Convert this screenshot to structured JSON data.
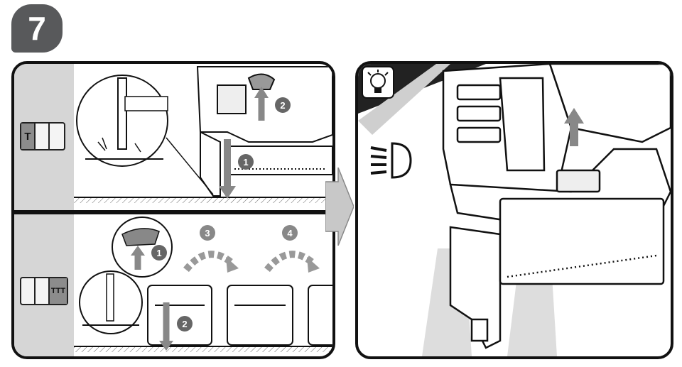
{
  "step": {
    "number": "7"
  },
  "left_panel": {
    "single_mode": {
      "letter": "T"
    },
    "sequence_mode": {
      "letters": "TTT"
    },
    "top_steps": [
      "1",
      "2"
    ],
    "bottom_steps": [
      "1",
      "2",
      "3",
      "4"
    ]
  },
  "right_panel": {
    "tip_icon": "lightbulb-icon",
    "light_icon": "headlight-icon"
  },
  "colors": {
    "badge": "#58595b",
    "strip": "#d6d6d6",
    "arrow": "#8a8a8a"
  }
}
